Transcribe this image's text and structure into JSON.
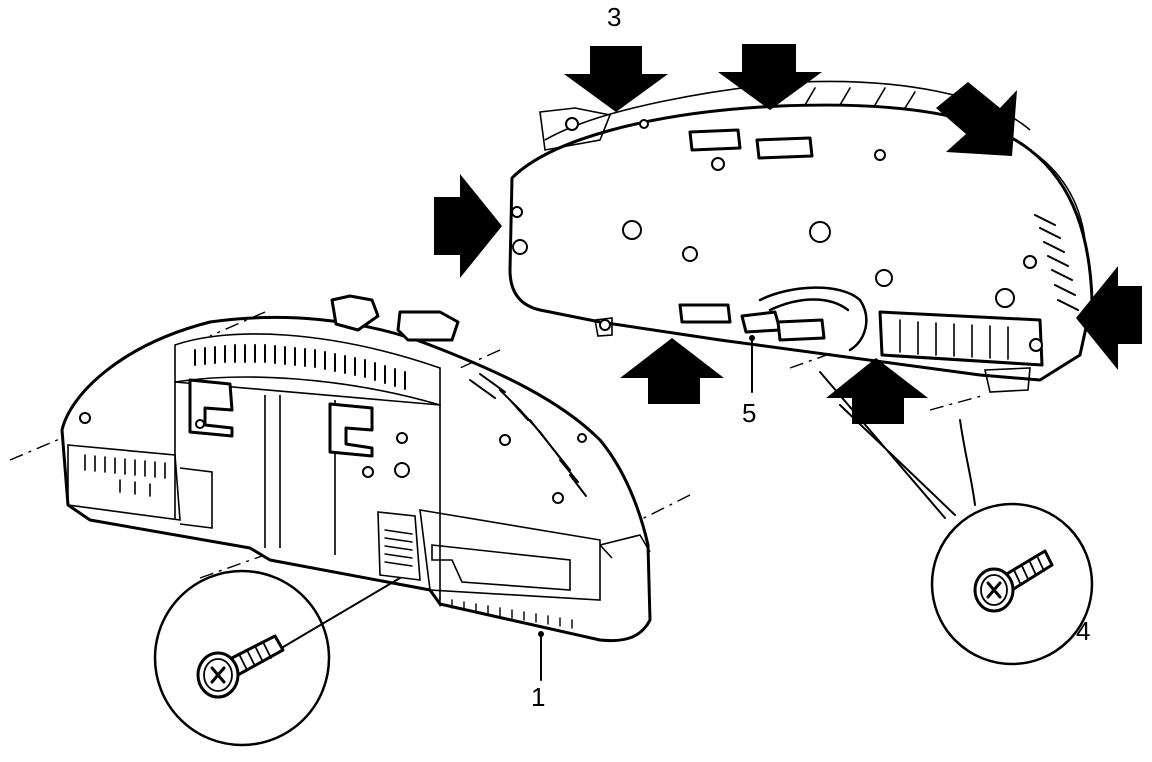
{
  "callouts": {
    "c1": "1",
    "c3": "3",
    "c4": "4",
    "c5": "5"
  },
  "colors": {
    "line": "#000000",
    "background": "#ffffff"
  },
  "icons": {
    "arrow": "black-block-arrow-icon",
    "screw": "phillips-screw-icon"
  }
}
